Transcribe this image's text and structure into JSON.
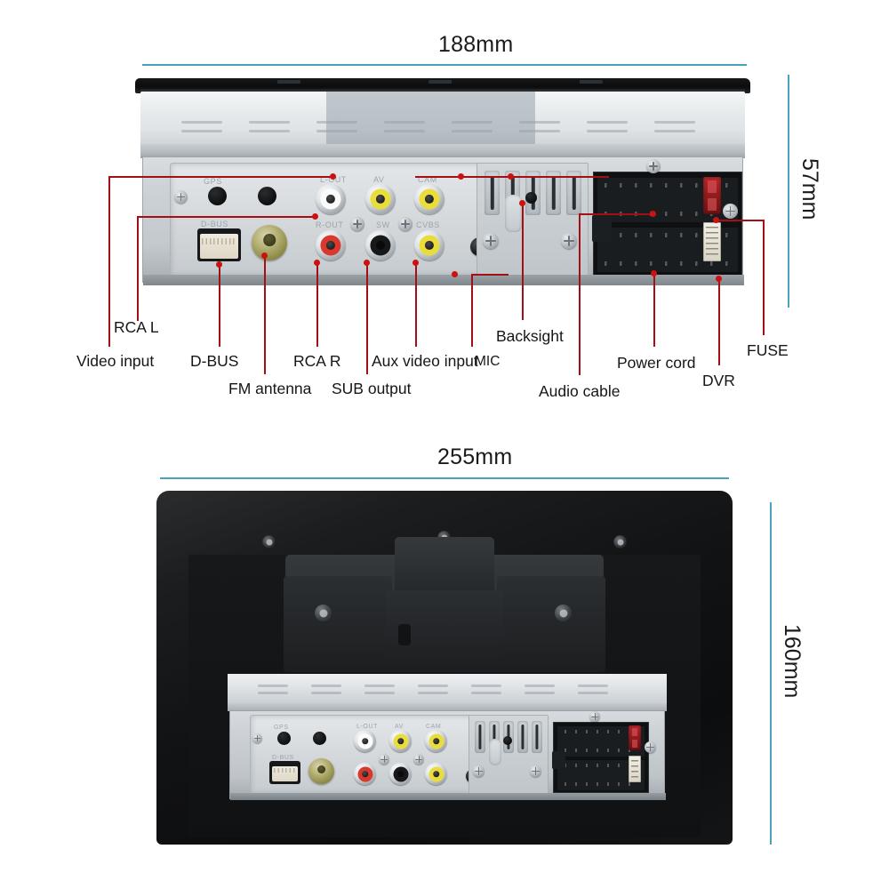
{
  "diagram": {
    "title": "Car stereo head unit rear panel connection diagram",
    "accent_color": "#4aa3bd",
    "leader_color": "#a40f16",
    "dot_color": "#cc1111"
  },
  "upper_view": {
    "name": "head-unit-rear-view",
    "width_dimension": "188mm",
    "height_dimension": "57mm",
    "panel_silkscreen": [
      "GPS",
      "D-BUS",
      "L-OUT",
      "AV",
      "CAM",
      "R-OUT",
      "SW",
      "CVBS"
    ],
    "callouts": [
      {
        "id": "video-input",
        "label": "Video input"
      },
      {
        "id": "rca-l",
        "label": "RCA L"
      },
      {
        "id": "d-bus",
        "label": "D-BUS"
      },
      {
        "id": "fm-antenna",
        "label": "FM antenna"
      },
      {
        "id": "rca-r",
        "label": "RCA R"
      },
      {
        "id": "sub-output",
        "label": "SUB output"
      },
      {
        "id": "aux-video-input",
        "label": "Aux video input"
      },
      {
        "id": "mic",
        "label": "MIC"
      },
      {
        "id": "backsight",
        "label": "Backsight"
      },
      {
        "id": "audio-cable",
        "label": "Audio cable"
      },
      {
        "id": "power-cord",
        "label": "Power cord"
      },
      {
        "id": "dvr",
        "label": "DVR"
      },
      {
        "id": "fuse",
        "label": "FUSE"
      }
    ]
  },
  "lower_view": {
    "name": "head-unit-with-monitor-rear-view",
    "width_dimension": "255mm",
    "height_dimension": "160mm"
  }
}
